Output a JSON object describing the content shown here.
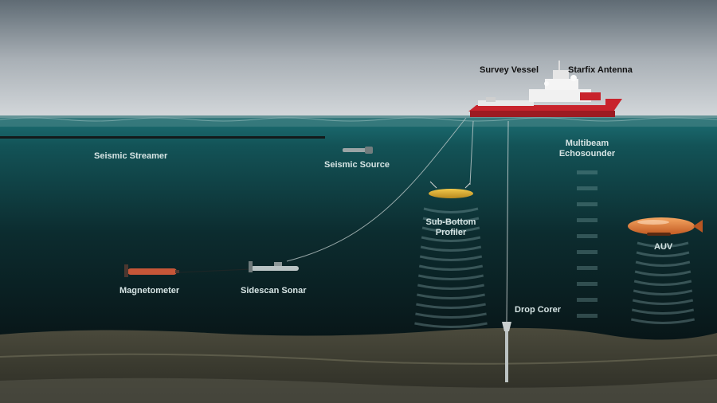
{
  "colors": {
    "sky_top": "#5f6b74",
    "sky_bottom": "#d5d9dc",
    "water_top": "#1c6f74",
    "water_bottom": "#081416",
    "seabed": "#4b4a3c",
    "vessel_hull": "#c8232c",
    "label_underwater": "#d6e4e4",
    "label_sky": "#111111"
  },
  "labels": {
    "survey_vessel": "Survey Vessel",
    "starfix_antenna": "Starfix Antenna",
    "seismic_streamer": "Seismic Streamer",
    "seismic_source": "Seismic Source",
    "multibeam_echosounder": [
      "Multibeam",
      "Echosounder"
    ],
    "sub_bottom_profiler": [
      "Sub-Bottom",
      "Profiler"
    ],
    "auv": "AUV",
    "magnetometer": "Magnetometer",
    "sidescan_sonar": "Sidescan Sonar",
    "drop_corer": "Drop Corer"
  }
}
